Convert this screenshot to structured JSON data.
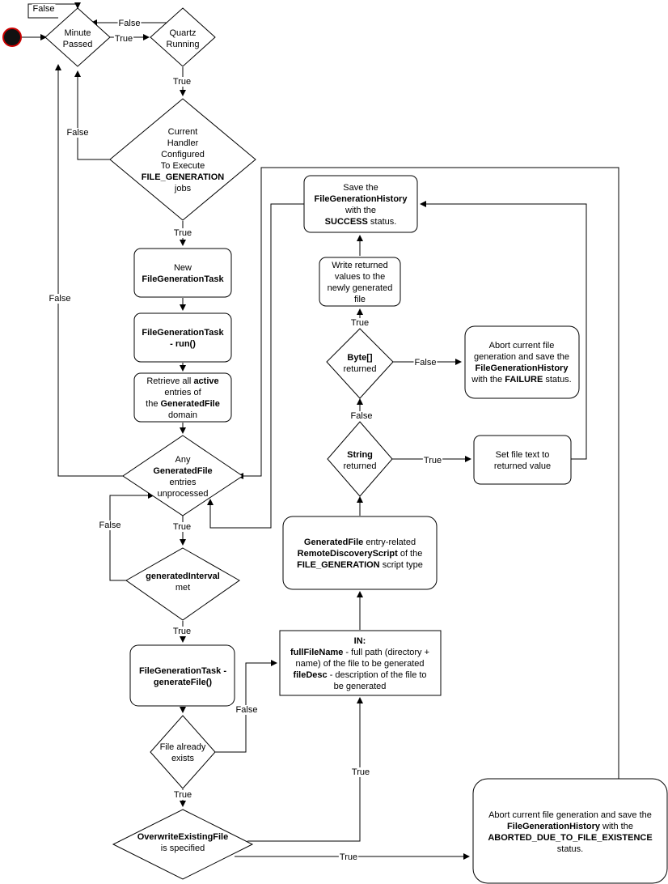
{
  "nodes": {
    "minute_passed": [
      [
        {
          "t": "Minute"
        }
      ],
      [
        {
          "t": "Passed"
        }
      ]
    ],
    "quartz_running": [
      [
        {
          "t": "Quartz"
        }
      ],
      [
        {
          "t": "Running"
        }
      ]
    ],
    "current_handler": [
      [
        {
          "t": "Current"
        }
      ],
      [
        {
          "t": "Handler"
        }
      ],
      [
        {
          "t": "Configured"
        }
      ],
      [
        {
          "t": "To Execute"
        }
      ],
      [
        {
          "t": "FILE_GENERATION",
          "b": true
        }
      ],
      [
        {
          "t": "jobs"
        }
      ]
    ],
    "new_task": [
      [
        {
          "t": "New"
        }
      ],
      [
        {
          "t": "FileGenerationTask",
          "b": true
        }
      ]
    ],
    "task_run": [
      [
        {
          "t": "FileGenerationTask",
          "b": true
        }
      ],
      [
        {
          "t": "- run()",
          "b": true
        }
      ]
    ],
    "retrieve_active": [
      [
        {
          "t": "Retrieve all "
        },
        {
          "t": "active",
          "b": true
        }
      ],
      [
        {
          "t": "entries of"
        }
      ],
      [
        {
          "t": "the "
        },
        {
          "t": "GeneratedFile",
          "b": true
        }
      ],
      [
        {
          "t": "domain"
        }
      ]
    ],
    "any_unprocessed": [
      [
        {
          "t": "Any"
        }
      ],
      [
        {
          "t": "GeneratedFile",
          "b": true
        }
      ],
      [
        {
          "t": "entries"
        }
      ],
      [
        {
          "t": "unprocessed"
        }
      ]
    ],
    "generated_interval": [
      [
        {
          "t": "generatedInterval",
          "b": true
        }
      ],
      [
        {
          "t": "met"
        }
      ]
    ],
    "generate_file": [
      [
        {
          "t": "FileGenerationTask -",
          "b": true
        }
      ],
      [
        {
          "t": "generateFile()",
          "b": true
        }
      ]
    ],
    "file_exists": [
      [
        {
          "t": "File already"
        }
      ],
      [
        {
          "t": "exists"
        }
      ]
    ],
    "overwrite": [
      [
        {
          "t": "OverwriteExistingFile",
          "b": true
        }
      ],
      [
        {
          "t": "is specified"
        }
      ]
    ],
    "in_params": [
      [
        {
          "t": "IN:",
          "b": true
        }
      ],
      [
        {
          "t": "fullFileName",
          "b": true
        },
        {
          "t": " - full path (directory +"
        }
      ],
      [
        {
          "t": "name) of the file to be generated"
        }
      ],
      [
        {
          "t": "fileDesc",
          "b": true
        },
        {
          "t": " - description of the file to"
        }
      ],
      [
        {
          "t": "be generated"
        }
      ]
    ],
    "remote_script": [
      [
        {
          "t": "GeneratedFile",
          "b": true
        },
        {
          "t": " entry-related"
        }
      ],
      [
        {
          "t": "RemoteDiscoveryScript",
          "b": true
        },
        {
          "t": " of the"
        }
      ],
      [
        {
          "t": "FILE_GENERATION",
          "b": true
        },
        {
          "t": " script type"
        }
      ]
    ],
    "string_returned": [
      [
        {
          "t": "String",
          "b": true
        }
      ],
      [
        {
          "t": "returned"
        }
      ]
    ],
    "set_file_text": [
      [
        {
          "t": "Set file text to"
        }
      ],
      [
        {
          "t": "returned value"
        }
      ]
    ],
    "byte_returned": [
      [
        {
          "t": "Byte[]",
          "b": true
        }
      ],
      [
        {
          "t": "returned"
        }
      ]
    ],
    "abort_failure": [
      [
        {
          "t": "Abort current file"
        }
      ],
      [
        {
          "t": "generation and save the"
        }
      ],
      [
        {
          "t": "FileGenerationHistory",
          "b": true
        }
      ],
      [
        {
          "t": "with the "
        },
        {
          "t": "FAILURE",
          "b": true
        },
        {
          "t": " status."
        }
      ]
    ],
    "write_returned": [
      [
        {
          "t": "Write returned"
        }
      ],
      [
        {
          "t": "values to the"
        }
      ],
      [
        {
          "t": "newly generated"
        }
      ],
      [
        {
          "t": "file"
        }
      ]
    ],
    "save_success": [
      [
        {
          "t": "Save the"
        }
      ],
      [
        {
          "t": "FileGenerationHistory",
          "b": true
        }
      ],
      [
        {
          "t": "with the"
        }
      ],
      [
        {
          "t": "SUCCESS",
          "b": true
        },
        {
          "t": " status."
        }
      ]
    ],
    "abort_existence": [
      [
        {
          "t": "Abort current file generation and save the"
        }
      ],
      [
        {
          "t": "FileGenerationHistory",
          "b": true
        },
        {
          "t": " with the"
        }
      ],
      [
        {
          "t": "ABORTED_DUE_TO_FILE_EXISTENCE",
          "b": true
        }
      ],
      [
        {
          "t": "status."
        }
      ]
    ]
  },
  "edges": {
    "minute_false": "False",
    "minute_true": "True",
    "quartz_false": "False",
    "quartz_true": "True",
    "handler_false": "False",
    "handler_true": "True",
    "any_false": "False",
    "any_true": "True",
    "interval_false": "False",
    "interval_true": "True",
    "exists_false": "False",
    "exists_true": "True",
    "overwrite_true_up": "True",
    "overwrite_true_right": "True",
    "string_false": "False",
    "string_true": "True",
    "byte_false": "False",
    "byte_true": "True"
  }
}
